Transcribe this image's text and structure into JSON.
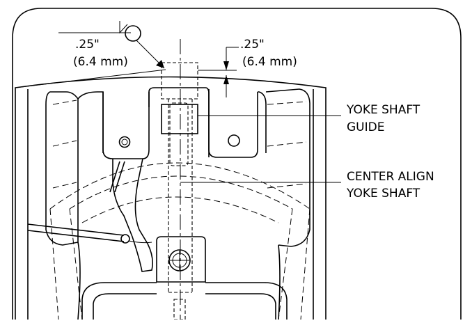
{
  "dimension_top_left": {
    "inches": ".25\"",
    "mm": "(6.4 mm)"
  },
  "dimension_top_right": {
    "inches": ".25\"",
    "mm": "(6.4 mm)"
  },
  "callout_yoke_shaft_guide": {
    "line1": "YOKE SHAFT",
    "line2": "GUIDE"
  },
  "callout_center_align": {
    "line1": "CENTER ALIGN",
    "line2": "YOKE SHAFT"
  },
  "colors": {
    "line": "#000000",
    "background": "#ffffff"
  }
}
